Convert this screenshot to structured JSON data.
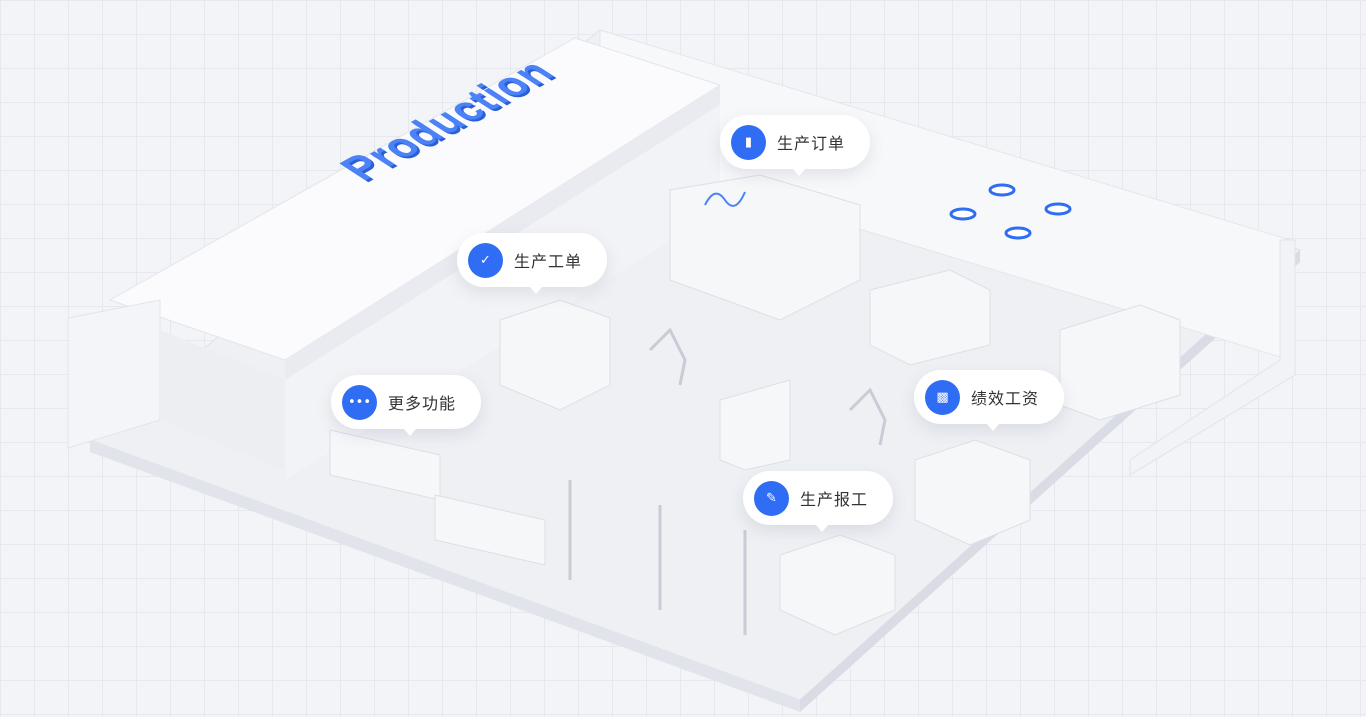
{
  "scene": {
    "brand_text": "Production",
    "accent_color": "#2f6df5"
  },
  "callouts": [
    {
      "label": "生产订单",
      "icon": "document-icon"
    },
    {
      "label": "生产工单",
      "icon": "checklist-icon"
    },
    {
      "label": "更多功能",
      "icon": "more-icon"
    },
    {
      "label": "绩效工资",
      "icon": "wallet-icon"
    },
    {
      "label": "生产报工",
      "icon": "edit-icon"
    }
  ]
}
